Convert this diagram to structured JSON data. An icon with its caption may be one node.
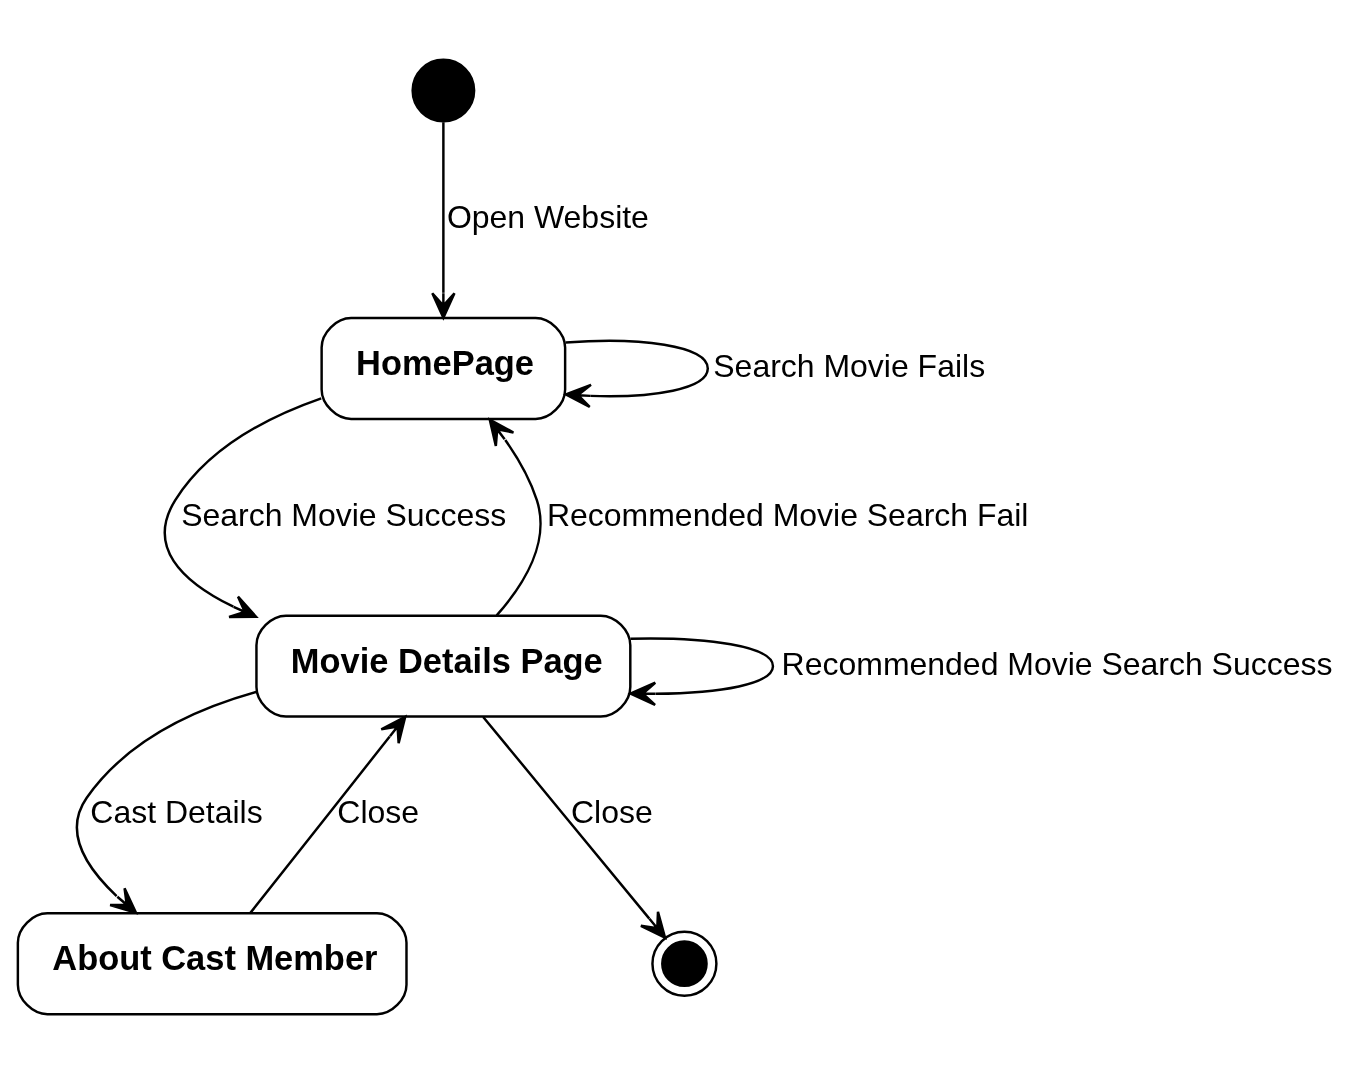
{
  "diagram": {
    "nodes": [
      {
        "text": [],
        "shape": "circle"
      },
      {
        "text": [
          "HomePage"
        ]
      },
      {
        "text": [
          "Movie Details Page"
        ]
      },
      {
        "text": [
          "About Cast Member"
        ]
      },
      {
        "text": [],
        "shape": "circle"
      }
    ],
    "edges": [
      {
        "from": 0,
        "to": 1,
        "arrow": "to",
        "label": "Open Website"
      },
      {
        "from": 1,
        "to": 1,
        "arrow": "to",
        "label": "Search Movie Fails"
      },
      {
        "from": 1,
        "to": 2,
        "arrow": "to",
        "label": "Search Movie Success"
      },
      {
        "from": 2,
        "to": 1,
        "arrow": "to",
        "label": "Recommended Movie Search Fail"
      },
      {
        "from": 2,
        "to": 2,
        "arrow": "to",
        "label": "Recommended Movie Search Success"
      },
      {
        "from": 2,
        "to": 3,
        "arrow": "to",
        "label": "Cast Details"
      },
      {
        "from": 3,
        "to": 2,
        "arrow": "to",
        "label": "Close"
      },
      {
        "from": 2,
        "to": 4,
        "arrow": "to",
        "label": "Close"
      }
    ]
  }
}
